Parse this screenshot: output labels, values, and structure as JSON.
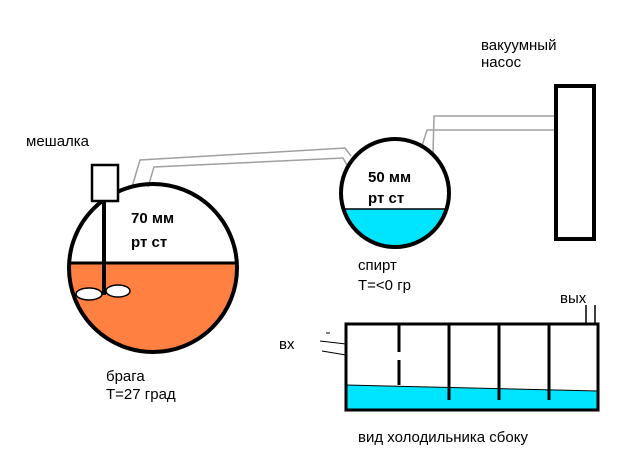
{
  "labels": {
    "mixer": "мешалка",
    "pump_line1": "вакуумный",
    "pump_line2": "насос",
    "flask1_pressure_1": "70 мм",
    "flask1_pressure_2": "рт ст",
    "flask2_pressure_1": "50 мм",
    "flask2_pressure_2": "рт ст",
    "spirit": "спирт",
    "spirit_temp": "Т=<0 гр",
    "mash": "брага",
    "mash_temp": "Т=27 град",
    "inlet": "вх",
    "outlet": "вых",
    "cooler_caption": "вид холодильника сбоку"
  },
  "colors": {
    "mash_fill": "#ff8040",
    "coolant_fill": "#00e5ff",
    "tube_stroke": "#a0a0a0",
    "outline": "#000000"
  }
}
